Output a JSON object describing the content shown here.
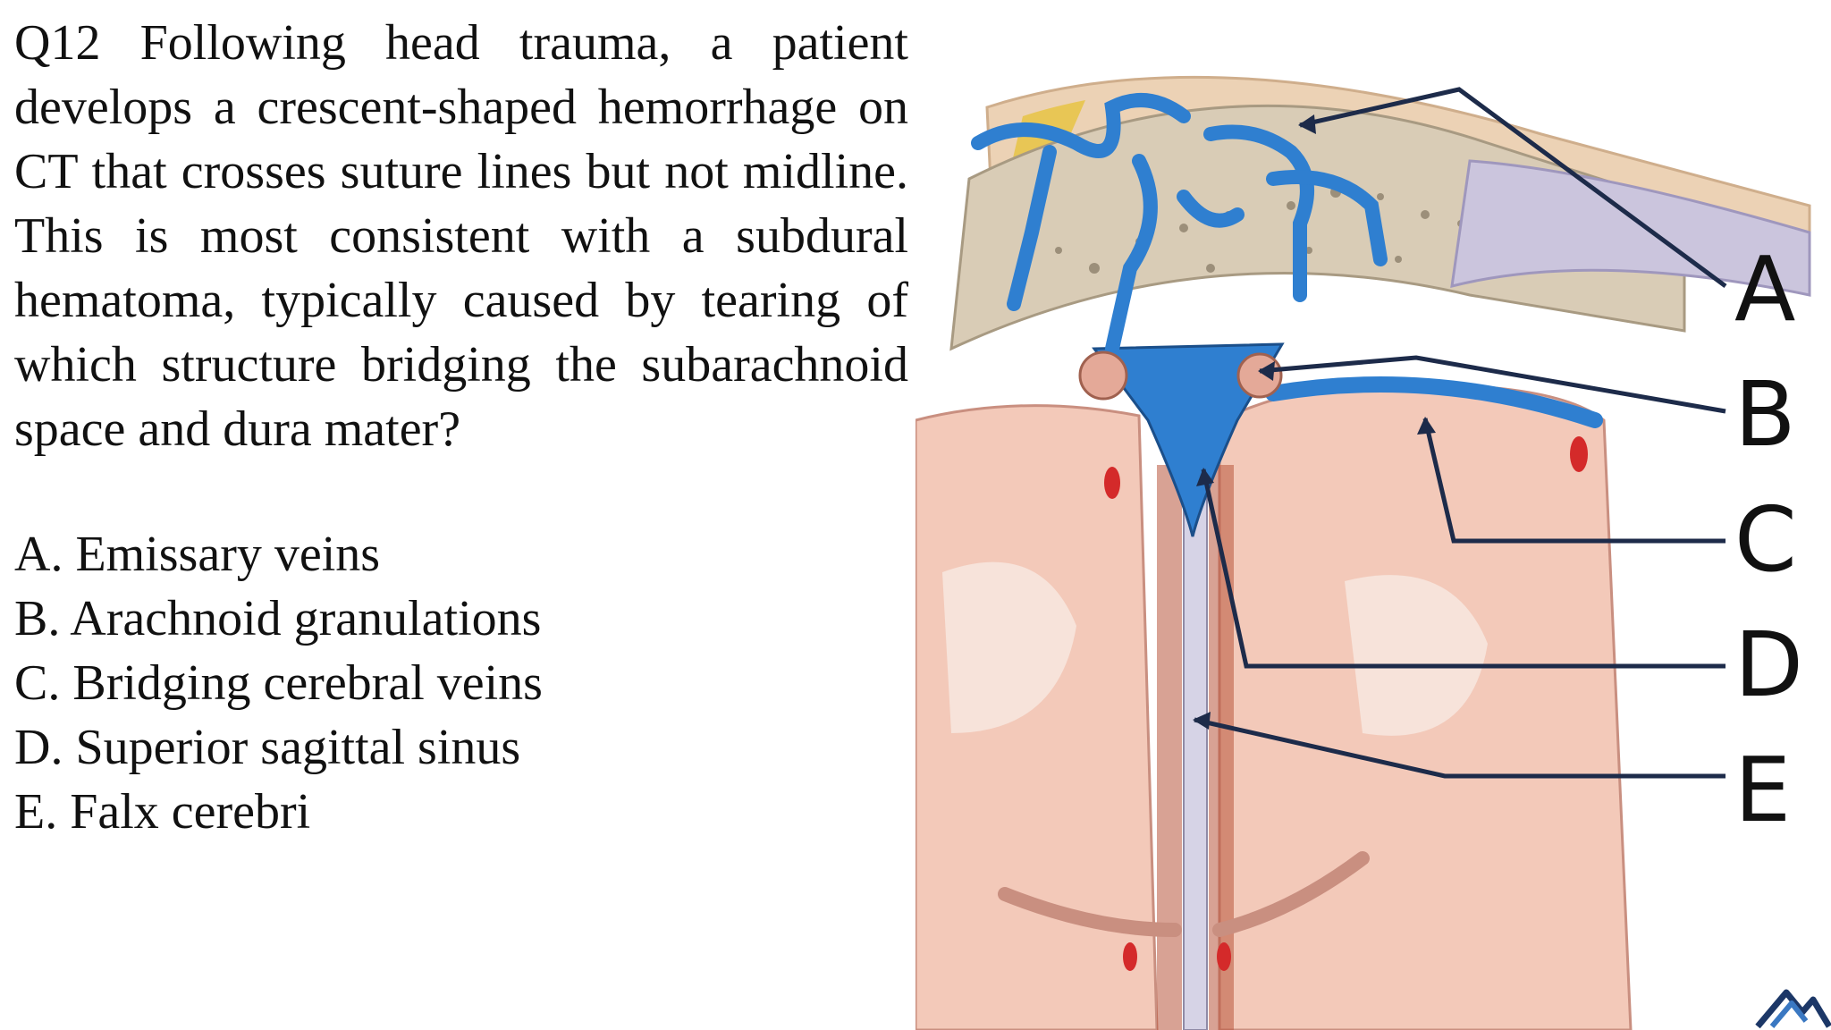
{
  "question": {
    "text": "Q12 Following head trauma, a patient develops a crescent-shaped hemorrhage on CT that crosses suture lines but not midline. This is most consistent with a subdural hematoma, typically caused by tearing of which structure bridging the subarachnoid space and dura mater?"
  },
  "options": [
    {
      "text": "A. Emissary veins"
    },
    {
      "text": "B. Arachnoid granulations"
    },
    {
      "text": "C. Bridging cerebral veins"
    },
    {
      "text": "D. Superior sagittal sinus"
    },
    {
      "text": "E. Falx cerebri"
    }
  ],
  "figure": {
    "labels": [
      "A",
      "B",
      "C",
      "D",
      "E"
    ]
  },
  "colors": {
    "vein_blue": "#2f7fd0",
    "skin_tan": "#e8c9a9",
    "brain_pink": "#f3c9b9",
    "bone": "#d9ccb6",
    "dura_lavender": "#c9c3dc",
    "leader_navy": "#1d2b4a",
    "artery_red": "#d42a2a",
    "logo_navy": "#1c3767",
    "logo_blue": "#3a78c2"
  }
}
